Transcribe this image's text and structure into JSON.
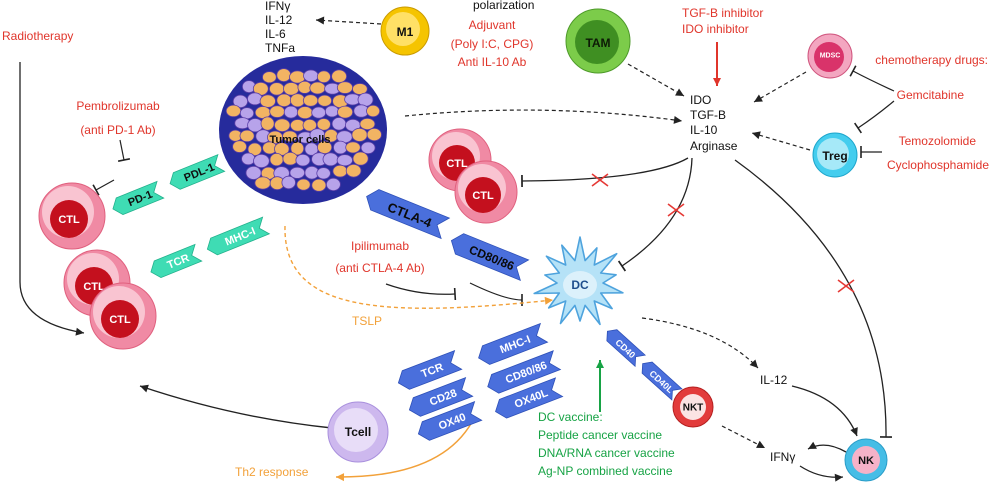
{
  "diagram": {
    "radiotherapy": "Radiotherapy",
    "m1_cytokines": [
      "IFNγ",
      "IL-12",
      "IL-6",
      "TNFa"
    ],
    "polarization": "polarization",
    "m1": "M1",
    "adjuvant": [
      "Adjuvant",
      "(Poly I:C, CPG)",
      "Anti IL-10 Ab"
    ],
    "tam": "TAM",
    "inhibitors": [
      "TGF-B inhibitor",
      "IDO inhibitor"
    ],
    "suppressive_factors": [
      "IDO",
      "TGF-B",
      "IL-10",
      "Arginase"
    ],
    "mdsc": "MDSC",
    "chemotherapy": "chemotherapy drugs:",
    "gemcitabine": "Gemcitabine",
    "treg": "Treg",
    "temozolomide": "Temozolomide",
    "cyclophosphamide": "Cyclophosphamide",
    "tumor": "Tumor cells",
    "pembrolizumab": [
      "Pembrolizumab",
      "(anti PD-1 Ab)"
    ],
    "ctl": "CTL",
    "pd1": "PD-1",
    "pdl1": "PDL-1",
    "tcr": "TCR",
    "mhc1": "MHC-I",
    "ctla4": "CTLA-4",
    "cd8086": "CD80/86",
    "ipilimumab": [
      "Ipilimumab",
      "(anti CTLA-4 Ab)"
    ],
    "dc": "DC",
    "tslp": "TSLP",
    "cd28": "CD28",
    "ox40": "OX40",
    "ox40l": "OX40L",
    "tcell": "Tcell",
    "th2": "Th2 response",
    "dc_vaccine": [
      "DC vaccine:",
      "Peptide cancer vaccine",
      "DNA/RNA cancer vaccine",
      "Ag-NP combined vaccine"
    ],
    "cd40": "CD40",
    "cd40l": "CD40L",
    "nkt": "NKT",
    "il12": "IL-12",
    "ifng": "IFNγ",
    "nk": "NK"
  },
  "colors": {
    "drug_text": "#e0352b",
    "orange": "#f2a13a",
    "vaccine_green": "#17a345",
    "receptor_green": "#3fdcb4",
    "receptor_blue": "#4a6fdc",
    "ctl_outer": "#f08aa4",
    "ctl_inner": "#f9c4d1",
    "ctl_nucleus": "#c4101e",
    "tam_outer": "#7ccc4a",
    "tam_inner": "#3f8f22",
    "m1_outer": "#f5c400",
    "m1_inner": "#ffe066",
    "treg_outer": "#44cdee",
    "treg_inner": "#a6e9f8",
    "mdsc_outer": "#f3a6c0",
    "mdsc_inner": "#d9336a",
    "dc_body": "#b5e2f7",
    "dc_edge": "#4ea3dd",
    "tcell_outer": "#cdb8ee",
    "tcell_inner": "#e8ddf8",
    "nkt_ring": "#e23b3b",
    "nk_ring": "#45bde6",
    "nk_inner": "#f6b2c8",
    "tumor_base": "#262b9c",
    "tumor_cell": "#f2b463",
    "tumor_cell_alt": "#b7a3ea",
    "inhibition_cross": "#e53935",
    "connector": "#222222"
  }
}
